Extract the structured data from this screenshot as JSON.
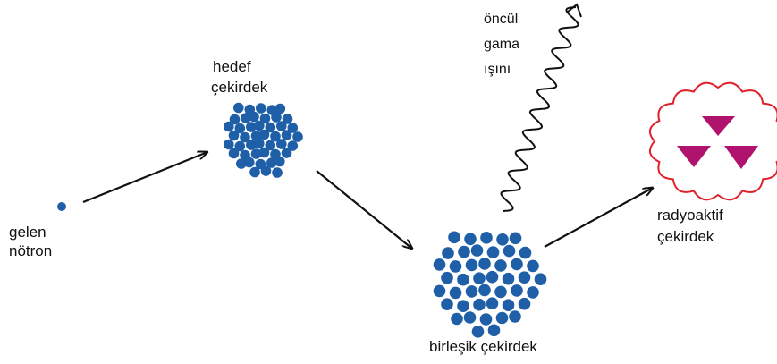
{
  "labels": {
    "gelen_notron": [
      "gelen",
      "nötron"
    ],
    "hedef_cekirdek": [
      "hedef",
      "çekirdek"
    ],
    "oncul_gama": [
      "öncül",
      "gama",
      "ışını"
    ],
    "birlesik_cekirdek": "birleşik çekirdek",
    "radyoaktif_cekirdek": [
      "radyoaktif",
      "çekirdek"
    ]
  },
  "icons": {
    "neutron": "neutron-dot-icon",
    "target_nucleus": "nucleus-cluster-icon",
    "compound_nucleus": "nucleus-cluster-icon",
    "gamma_ray": "wavy-arrow-icon",
    "radioactive": "radiation-trefoil-icon"
  },
  "colors": {
    "nucleon": "#1f5fa8",
    "arrow": "#111111",
    "cloud_outline": "#e0202a",
    "trefoil": "#b0136e",
    "text": "#111111"
  }
}
